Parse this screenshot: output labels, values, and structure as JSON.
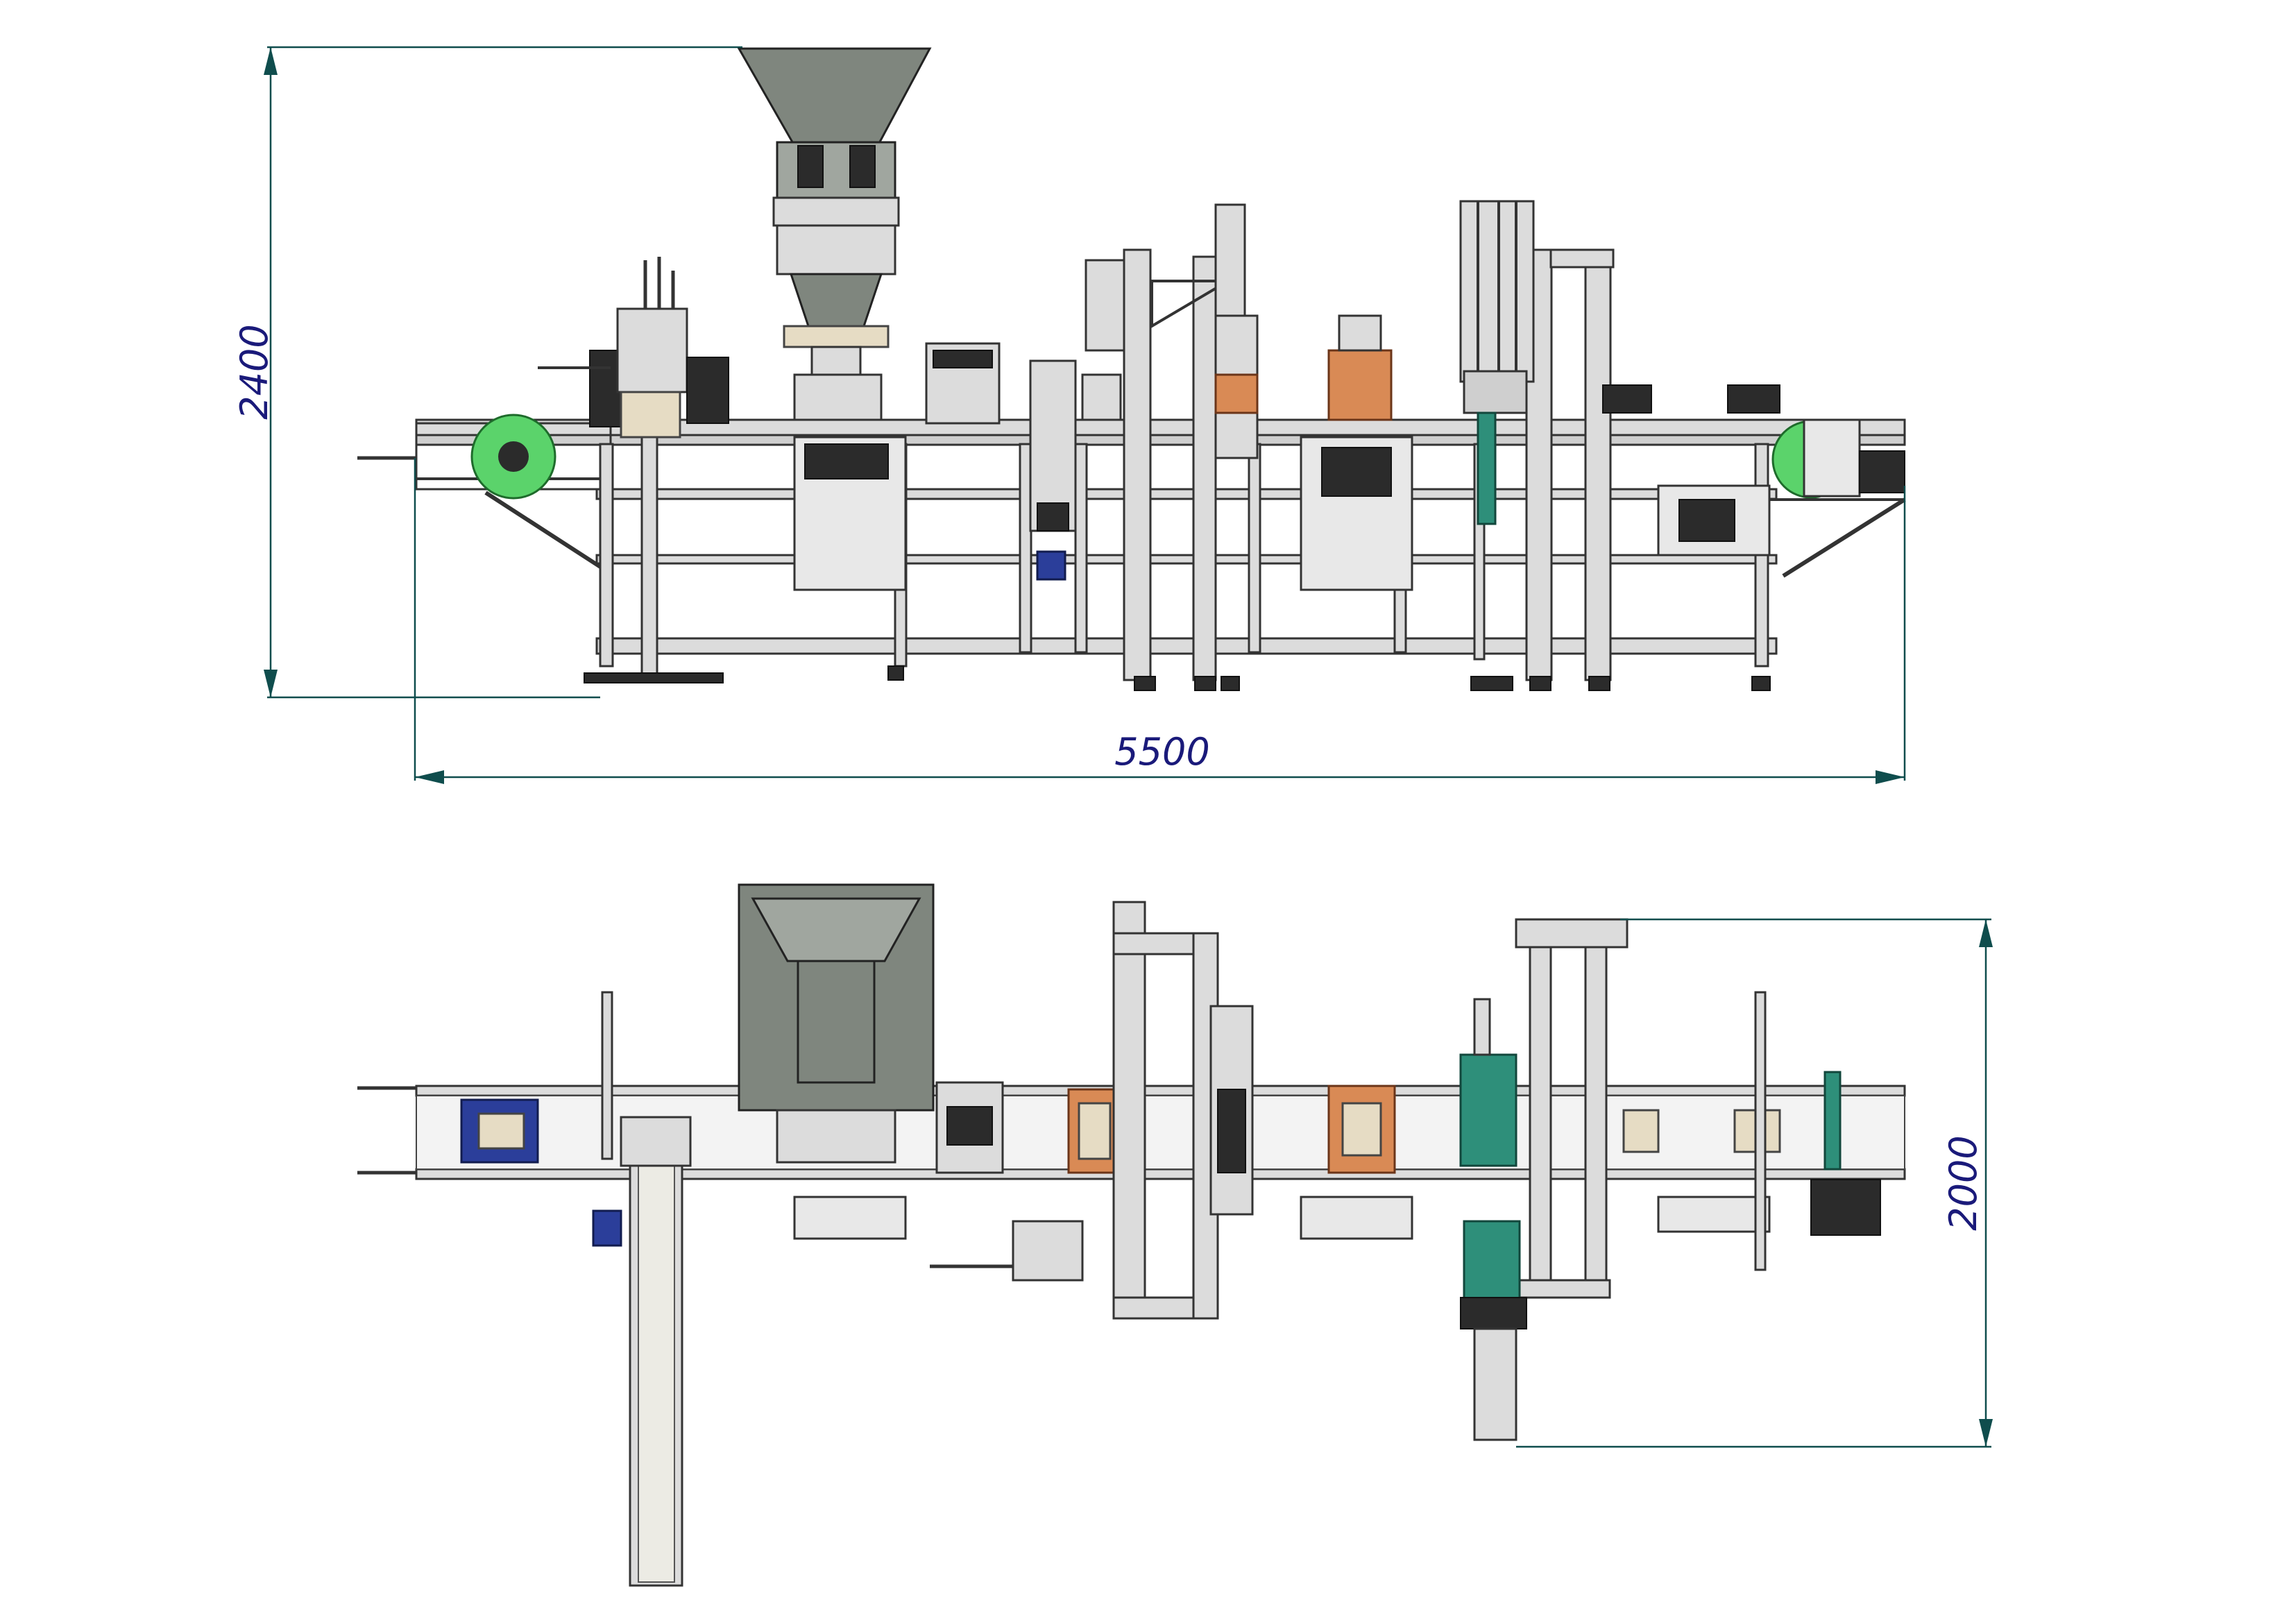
{
  "colors": {
    "dimension_text": "#1a1a7a",
    "dimension_line": "#0f4d4d",
    "frame": "#dcdcdc",
    "hopper": "#7f867e",
    "drive_green": "#5bd36b",
    "teal_accent": "#2e8f7a",
    "blue_accent": "#2b3e9a",
    "orange_accent": "#d98a55"
  },
  "dimensions": {
    "height": "2400",
    "length": "5500",
    "width": "2000"
  }
}
